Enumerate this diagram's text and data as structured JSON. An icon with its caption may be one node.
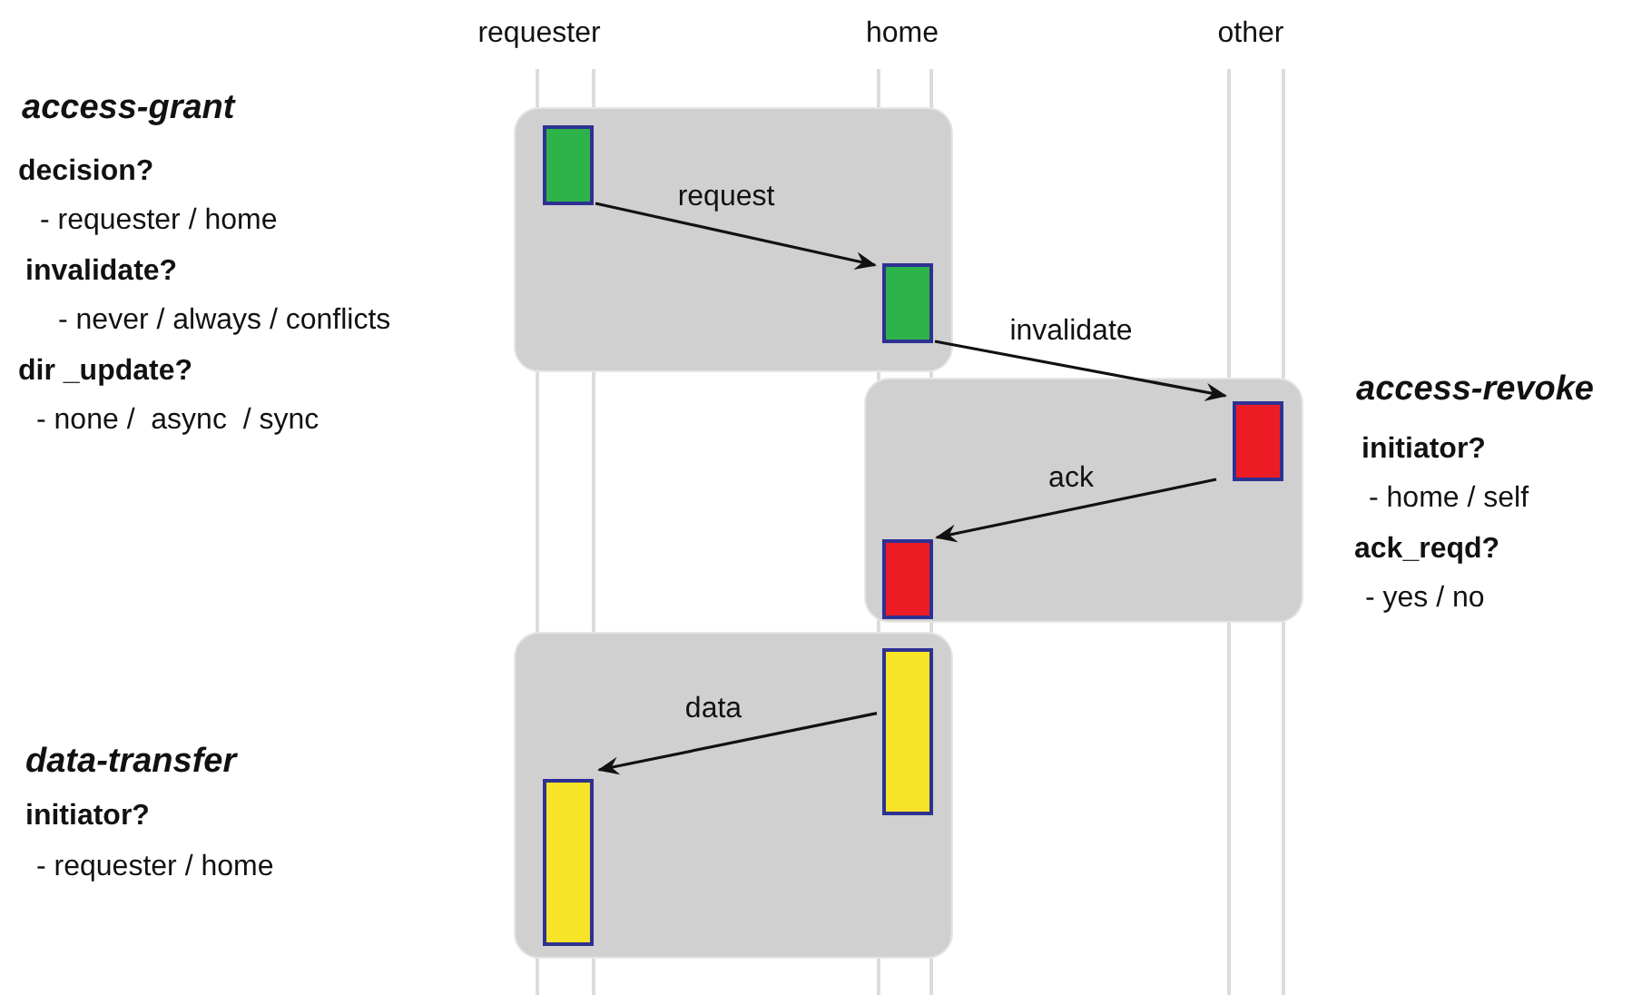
{
  "diagram": {
    "nodes": [
      {
        "text": [],
        "shape": "box"
      },
      {
        "text": [],
        "shape": "bar",
        "in": 0
      },
      {
        "text": [],
        "shape": "bar",
        "in": 0
      },
      {
        "text": [],
        "shape": "box"
      },
      {
        "text": [],
        "shape": "bar",
        "in": 3
      },
      {
        "text": [],
        "shape": "bar",
        "in": 3
      },
      {
        "text": [],
        "shape": "box"
      },
      {
        "text": [],
        "shape": "bar",
        "in": 6
      },
      {
        "text": [],
        "shape": "bar",
        "in": 6
      }
    ],
    "edges": [
      {
        "from": 1,
        "to": 2,
        "arrow": "to",
        "label": "request"
      },
      {
        "from": 2,
        "to": 4,
        "arrow": "to",
        "label": "invalidate"
      },
      {
        "from": 4,
        "to": 5,
        "arrow": "to",
        "label": "ack"
      },
      {
        "from": 7,
        "to": 8,
        "arrow": "to",
        "label": "data"
      }
    ],
    "labels": [
      "requester",
      "home",
      "other",
      "access-grant",
      "decision?",
      "- requester / home",
      "invalidate?",
      "- never / always / conflicts",
      "dir _update?",
      "- none /  async  / sync",
      "access-revoke",
      "initiator?",
      "- home / self",
      "ack_reqd?",
      "- yes / no",
      "data-transfer",
      "initiator?",
      "- requester / home"
    ]
  }
}
